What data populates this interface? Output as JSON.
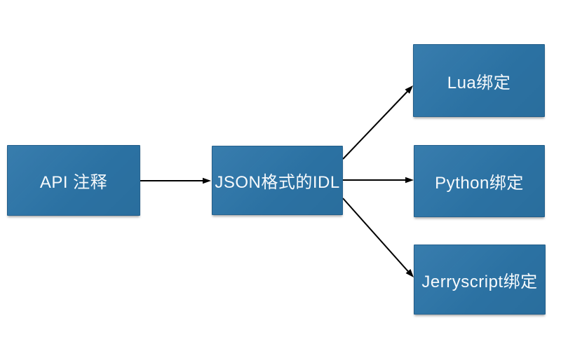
{
  "diagram": {
    "background_color": "#ffffff",
    "node_fill_color": "#2d76a9",
    "node_text_color": "#f7fafc",
    "arrow_color": "#000000",
    "nodes": [
      {
        "id": "api-annotation",
        "label": "API 注释"
      },
      {
        "id": "json-idl",
        "label": "JSON格式的IDL"
      },
      {
        "id": "lua-binding",
        "label": "Lua绑定"
      },
      {
        "id": "python-binding",
        "label": "Python绑定"
      },
      {
        "id": "jerryscript-binding",
        "label": "Jerryscript绑定"
      }
    ],
    "edges": [
      {
        "from": "api-annotation",
        "to": "json-idl"
      },
      {
        "from": "json-idl",
        "to": "lua-binding"
      },
      {
        "from": "json-idl",
        "to": "python-binding"
      },
      {
        "from": "json-idl",
        "to": "jerryscript-binding"
      }
    ]
  }
}
